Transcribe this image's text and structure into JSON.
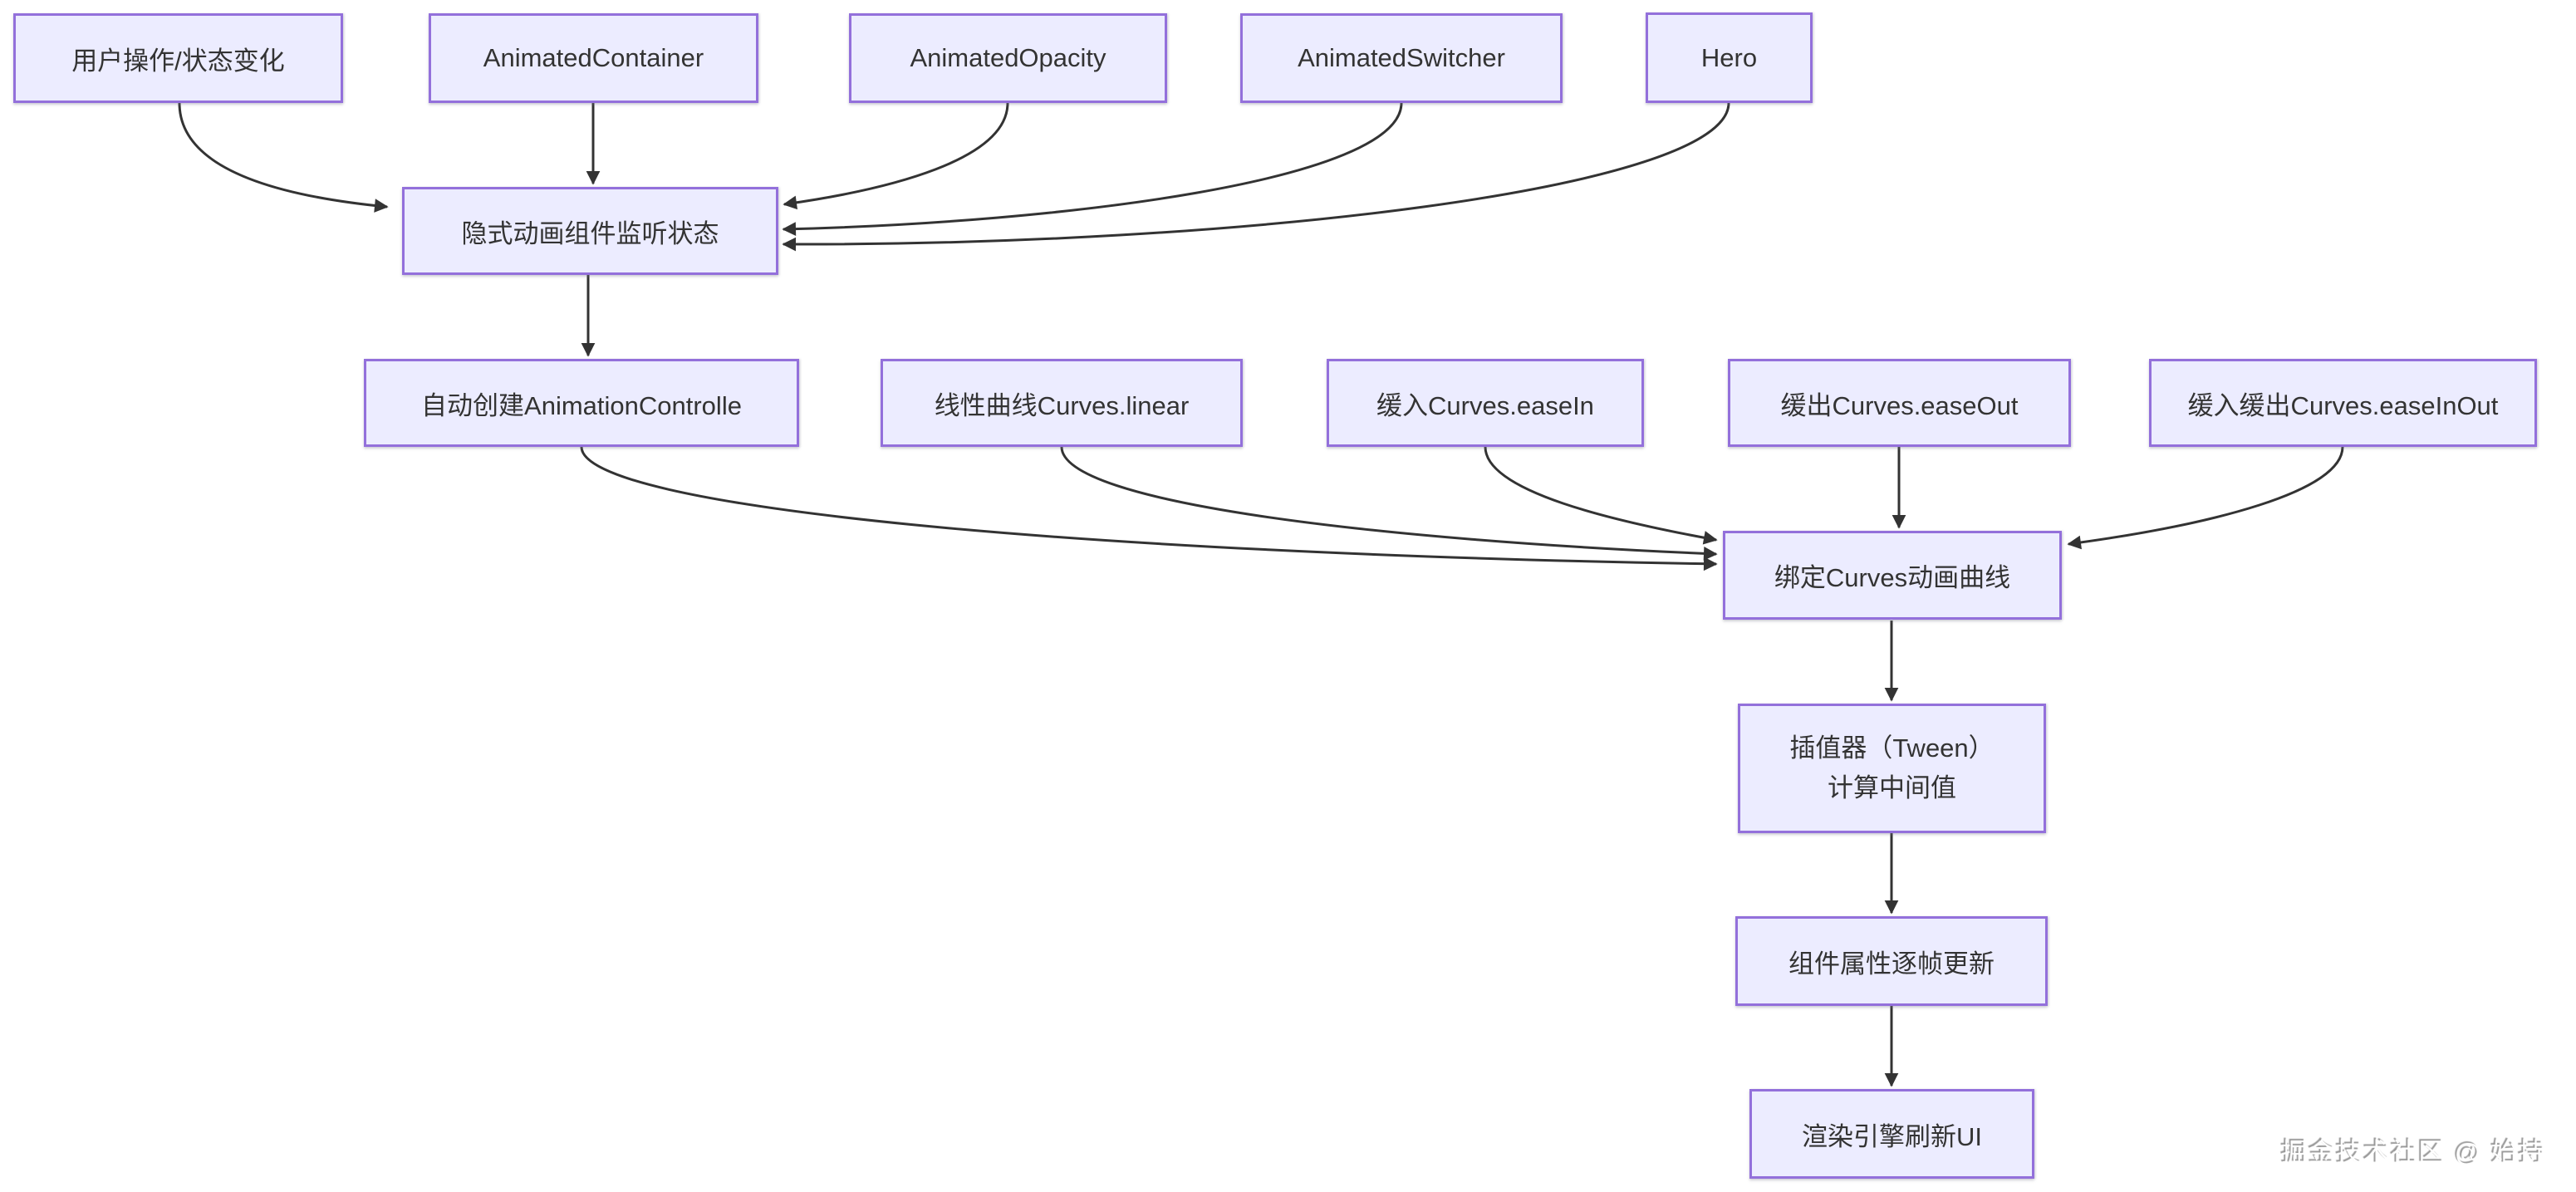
{
  "diagram": {
    "type": "flowchart",
    "direction": "top-down",
    "colors": {
      "node_fill": "#ECECFF",
      "node_border": "#9370DB",
      "edge_stroke": "#333333",
      "node_text": "#333333",
      "background": "#ffffff"
    },
    "nodes": {
      "userAction": {
        "label": "用户操作/状态变化"
      },
      "animatedContainer": {
        "label": "AnimatedContainer"
      },
      "animatedOpacity": {
        "label": "AnimatedOpacity"
      },
      "animatedSwitcher": {
        "label": "AnimatedSwitcher"
      },
      "hero": {
        "label": "Hero"
      },
      "implicitListen": {
        "label": "隐式动画组件监听状态"
      },
      "autoController": {
        "label": "自动创建AnimationControlle"
      },
      "curvesLinear": {
        "label": "线性曲线Curves.linear"
      },
      "curvesEaseIn": {
        "label": "缓入Curves.easeIn"
      },
      "curvesEaseOut": {
        "label": "缓出Curves.easeOut"
      },
      "curvesEaseInOut": {
        "label": "缓入缓出Curves.easeInOut"
      },
      "bindCurves": {
        "label": "绑定Curves动画曲线"
      },
      "tween": {
        "line1": "插值器（Tween）",
        "line2": "计算中间值"
      },
      "frameUpdate": {
        "label": "组件属性逐帧更新"
      },
      "renderRefresh": {
        "label": "渲染引擎刷新UI"
      }
    },
    "edges": [
      {
        "from": "userAction",
        "to": "implicitListen"
      },
      {
        "from": "animatedContainer",
        "to": "implicitListen"
      },
      {
        "from": "animatedOpacity",
        "to": "implicitListen"
      },
      {
        "from": "animatedSwitcher",
        "to": "implicitListen"
      },
      {
        "from": "hero",
        "to": "implicitListen"
      },
      {
        "from": "implicitListen",
        "to": "autoController"
      },
      {
        "from": "autoController",
        "to": "bindCurves"
      },
      {
        "from": "curvesLinear",
        "to": "bindCurves"
      },
      {
        "from": "curvesEaseIn",
        "to": "bindCurves"
      },
      {
        "from": "curvesEaseOut",
        "to": "bindCurves"
      },
      {
        "from": "curvesEaseInOut",
        "to": "bindCurves"
      },
      {
        "from": "bindCurves",
        "to": "tween"
      },
      {
        "from": "tween",
        "to": "frameUpdate"
      },
      {
        "from": "frameUpdate",
        "to": "renderRefresh"
      }
    ],
    "watermark": "掘金技术社区 @ 始持"
  }
}
